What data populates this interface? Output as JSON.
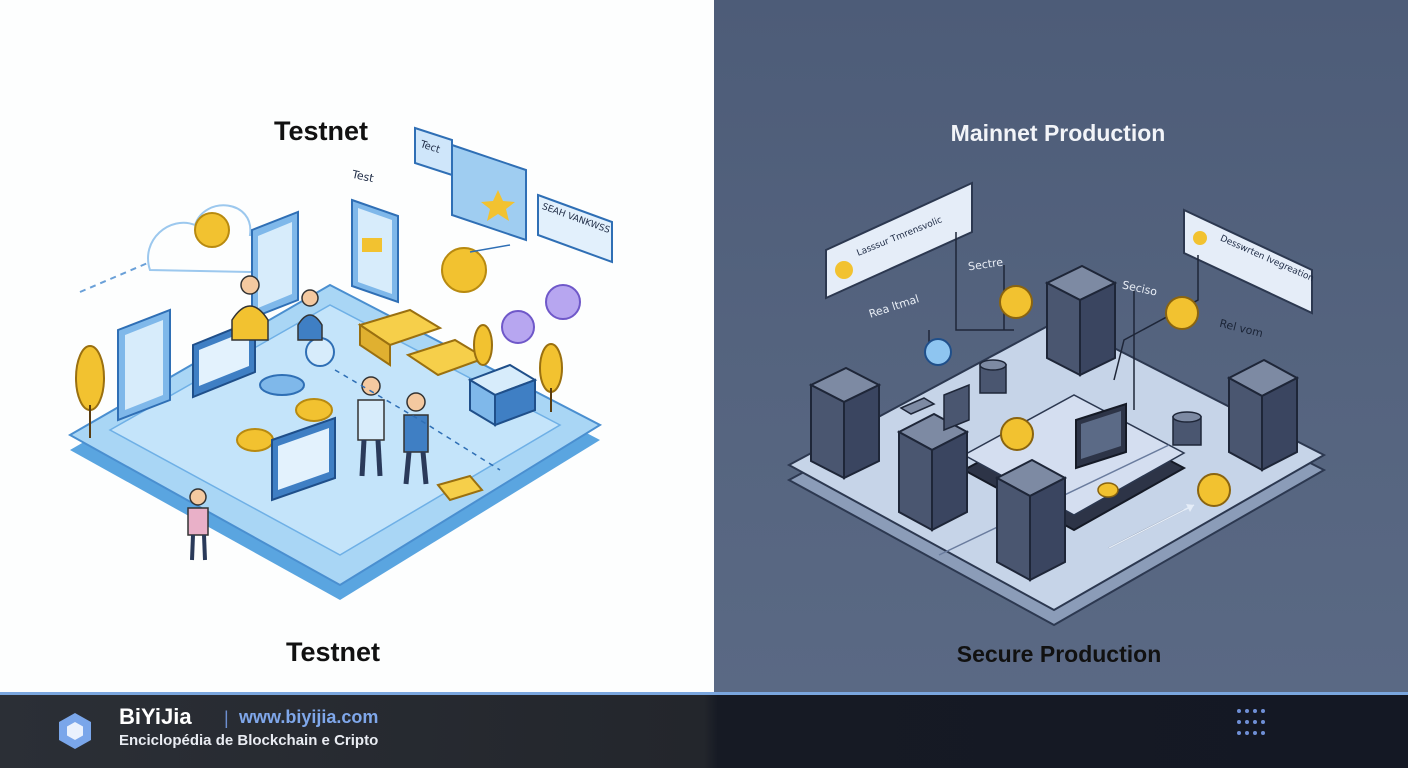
{
  "left_panel": {
    "top_title": "Testnet",
    "bottom_title": "Testnet",
    "scribbles": [
      "Test",
      "Tect",
      "SEAH VANKWSS"
    ]
  },
  "right_panel": {
    "top_title": "Mainnet Production",
    "bottom_title": "Secure Production",
    "scribbles": [
      "Lasssur Tmrensvolic",
      "Sectre",
      "Seciso",
      "Rea ltmal",
      "Rel vom",
      "Desswrten Ivegreation"
    ]
  },
  "footer": {
    "brand": "BiYiJia",
    "separator": "|",
    "url": "www.biyijia.com",
    "tagline": "Enciclopédia de Blockchain e Cripto",
    "logo_icon": "hexagon-cube-icon",
    "menu_icon": "grid-dots-icon"
  },
  "colors": {
    "left_background": "#fdfefe",
    "right_background": "#4f5e7a",
    "platform_blue": "#9fd0f3",
    "coin_gold": "#f2c230",
    "server_slate": "#4a5670",
    "accent_blue": "#7aa6de",
    "footer_dark": "#23262c"
  }
}
